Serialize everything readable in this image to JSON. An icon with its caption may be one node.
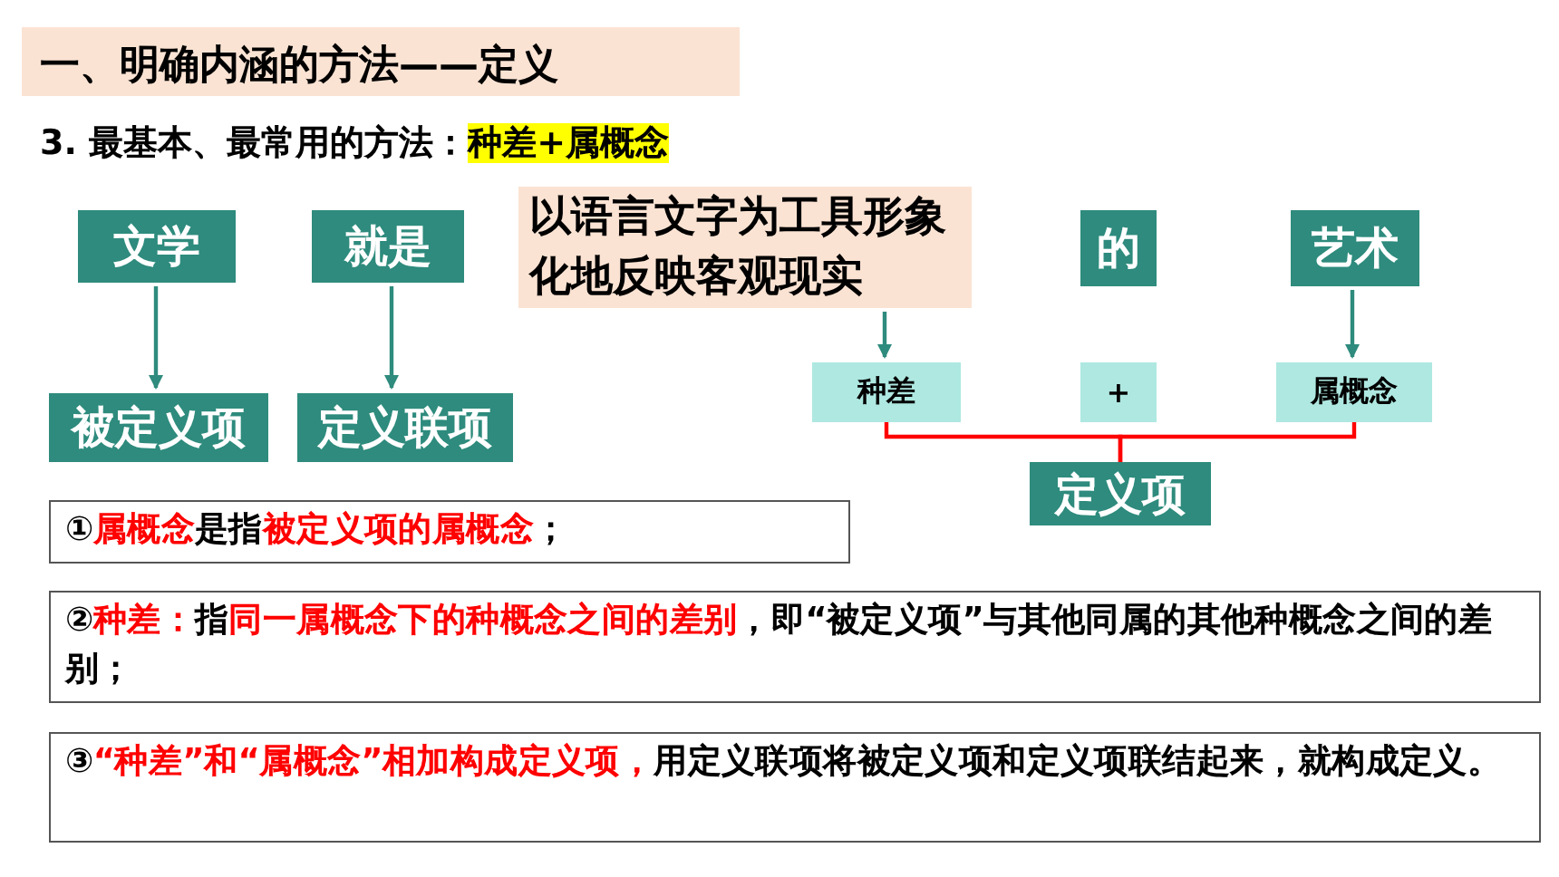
{
  "diagram": {
    "title": "一、明确内涵的方法——定义",
    "nodes": [
      {
        "text": [
          "文学"
        ]
      },
      {
        "text": [
          "就是"
        ]
      },
      {
        "text": [
          "以语言文字为工具形象化地反映客观现实"
        ]
      },
      {
        "text": [
          "的"
        ]
      },
      {
        "text": [
          "艺术"
        ]
      },
      {
        "text": [
          "被定义项"
        ]
      },
      {
        "text": [
          "定义联项"
        ]
      },
      {
        "text": [
          "种差"
        ]
      },
      {
        "text": [
          "+"
        ]
      },
      {
        "text": [
          "属概念"
        ]
      },
      {
        "text": [
          "定义项"
        ]
      }
    ],
    "edges": [
      {
        "from": 0,
        "to": 5,
        "arrow": "to"
      },
      {
        "from": 1,
        "to": 6,
        "arrow": "to"
      },
      {
        "from": 2,
        "to": 7,
        "arrow": "to"
      },
      {
        "from": 4,
        "to": 9,
        "arrow": "to"
      },
      {
        "from": 7,
        "to": 10,
        "arrow": "none",
        "color": "#ff0000"
      },
      {
        "from": 9,
        "to": 10,
        "arrow": "none",
        "color": "#ff0000"
      }
    ],
    "labels": [
      "3. 最基本、最常用的方法：*种差+属概念*",
      "①**属概念**是指**被定义项的属概念**；",
      "②**种差：**指**同一属概念下的种概念之间的差别**，即“被定义项”与其他同属的其他种概念之间的差别；",
      "③**“种差”和“属概念”相加构成定义项，**用定义联项将被定义项和定义项联结起来，就构成定义。"
    ]
  }
}
